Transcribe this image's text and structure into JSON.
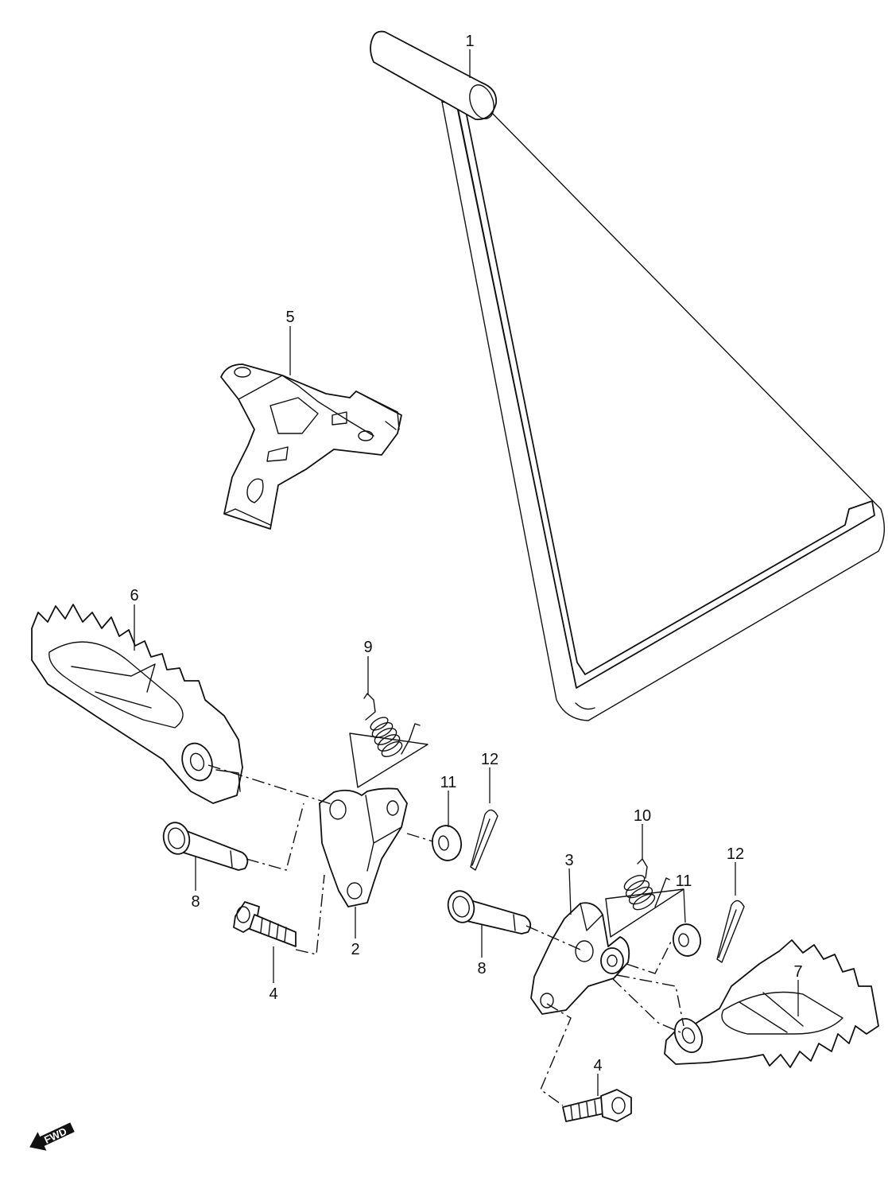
{
  "callouts": {
    "c1": "1",
    "c2": "2",
    "c3": "3",
    "c4a": "4",
    "c4b": "4",
    "c5": "5",
    "c6": "6",
    "c7": "7",
    "c8a": "8",
    "c8b": "8",
    "c9": "9",
    "c10": "10",
    "c11a": "11",
    "c11b": "11",
    "c12a": "12",
    "c12b": "12"
  },
  "direction_indicator": {
    "label": "FWD",
    "icon": "forward-arrow-icon"
  },
  "colors": {
    "line": "#111111",
    "background": "#ffffff"
  }
}
